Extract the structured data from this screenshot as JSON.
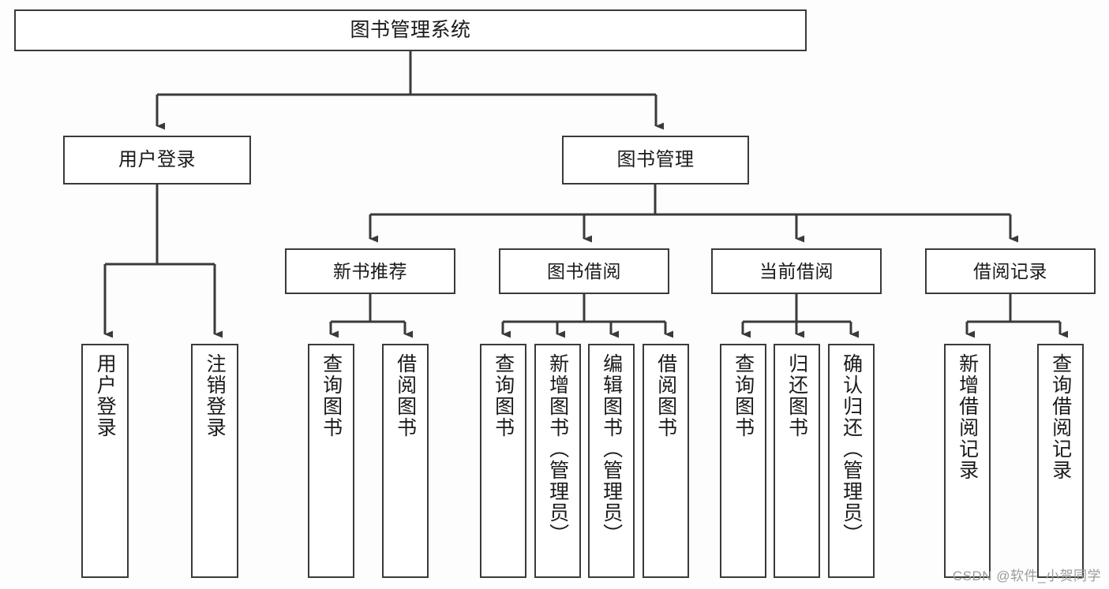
{
  "diagram": {
    "title": "图书管理系统",
    "watermark": "CSDN @软件_小贺同学",
    "colors": {
      "background": "#fdfdfd",
      "box_fill": "#ffffff",
      "line": "#3a3a3a",
      "text": "#1a1a1a",
      "watermark": "#9b9b9b"
    },
    "root": {
      "label": "图书管理系统"
    },
    "level1": [
      {
        "label": "用户登录"
      },
      {
        "label": "图书管理"
      }
    ],
    "level2": [
      {
        "label": "新书推荐"
      },
      {
        "label": "图书借阅"
      },
      {
        "label": "当前借阅"
      },
      {
        "label": "借阅记录"
      }
    ],
    "leaves": [
      {
        "label": "用户登录",
        "parent": "用户登录"
      },
      {
        "label": "注销登录",
        "parent": "用户登录"
      },
      {
        "label": "查询图书",
        "parent": "新书推荐"
      },
      {
        "label": "借阅图书",
        "parent": "新书推荐"
      },
      {
        "label": "查询图书",
        "parent": "图书借阅"
      },
      {
        "label": "新增图书（管理员）",
        "parent": "图书借阅"
      },
      {
        "label": "编辑图书（管理员）",
        "parent": "图书借阅"
      },
      {
        "label": "借阅图书",
        "parent": "图书借阅"
      },
      {
        "label": "查询图书",
        "parent": "当前借阅"
      },
      {
        "label": "归还图书",
        "parent": "当前借阅"
      },
      {
        "label": "确认归还（管理员）",
        "parent": "当前借阅"
      },
      {
        "label": "新增借阅记录",
        "parent": "借阅记录"
      },
      {
        "label": "查询借阅记录",
        "parent": "借阅记录"
      }
    ]
  }
}
